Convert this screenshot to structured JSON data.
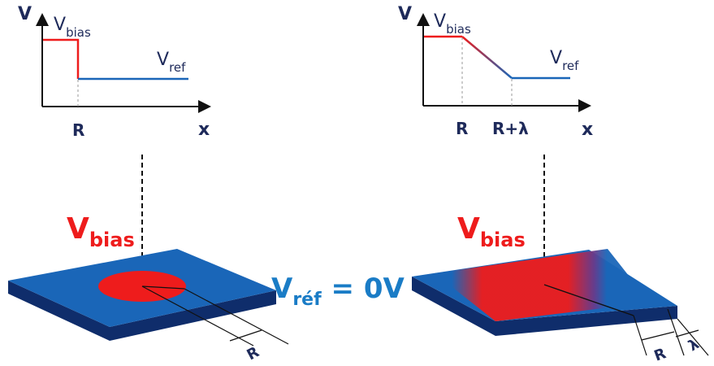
{
  "left_graph": {
    "y_axis": "V",
    "x_axis": "x",
    "v_high_main": "V",
    "v_high_sub": "bias",
    "v_low_main": "V",
    "v_low_sub": "ref",
    "tick_r": "R"
  },
  "right_graph": {
    "y_axis": "V",
    "x_axis": "x",
    "v_high_main": "V",
    "v_high_sub": "bias",
    "v_low_main": "V",
    "v_low_sub": "ref",
    "tick_r": "R",
    "tick_r_lambda": "R+λ"
  },
  "left_plate": {
    "vbias_main": "V",
    "vbias_sub": "bias",
    "dim_r": "R"
  },
  "center": {
    "vref_main": "V",
    "vref_sub": "réf",
    "vref_value": " = 0V"
  },
  "right_plate": {
    "vbias_main": "V",
    "vbias_sub": "bias",
    "dim_r": "R",
    "dim_lambda": "λ"
  },
  "colors": {
    "bias_red": "#ee1c1c",
    "ref_blue": "#1a66b8",
    "plate_dark": "#0f2d6b",
    "label_navy": "#1e2a5a",
    "vref_blue": "#1a7cc6"
  }
}
